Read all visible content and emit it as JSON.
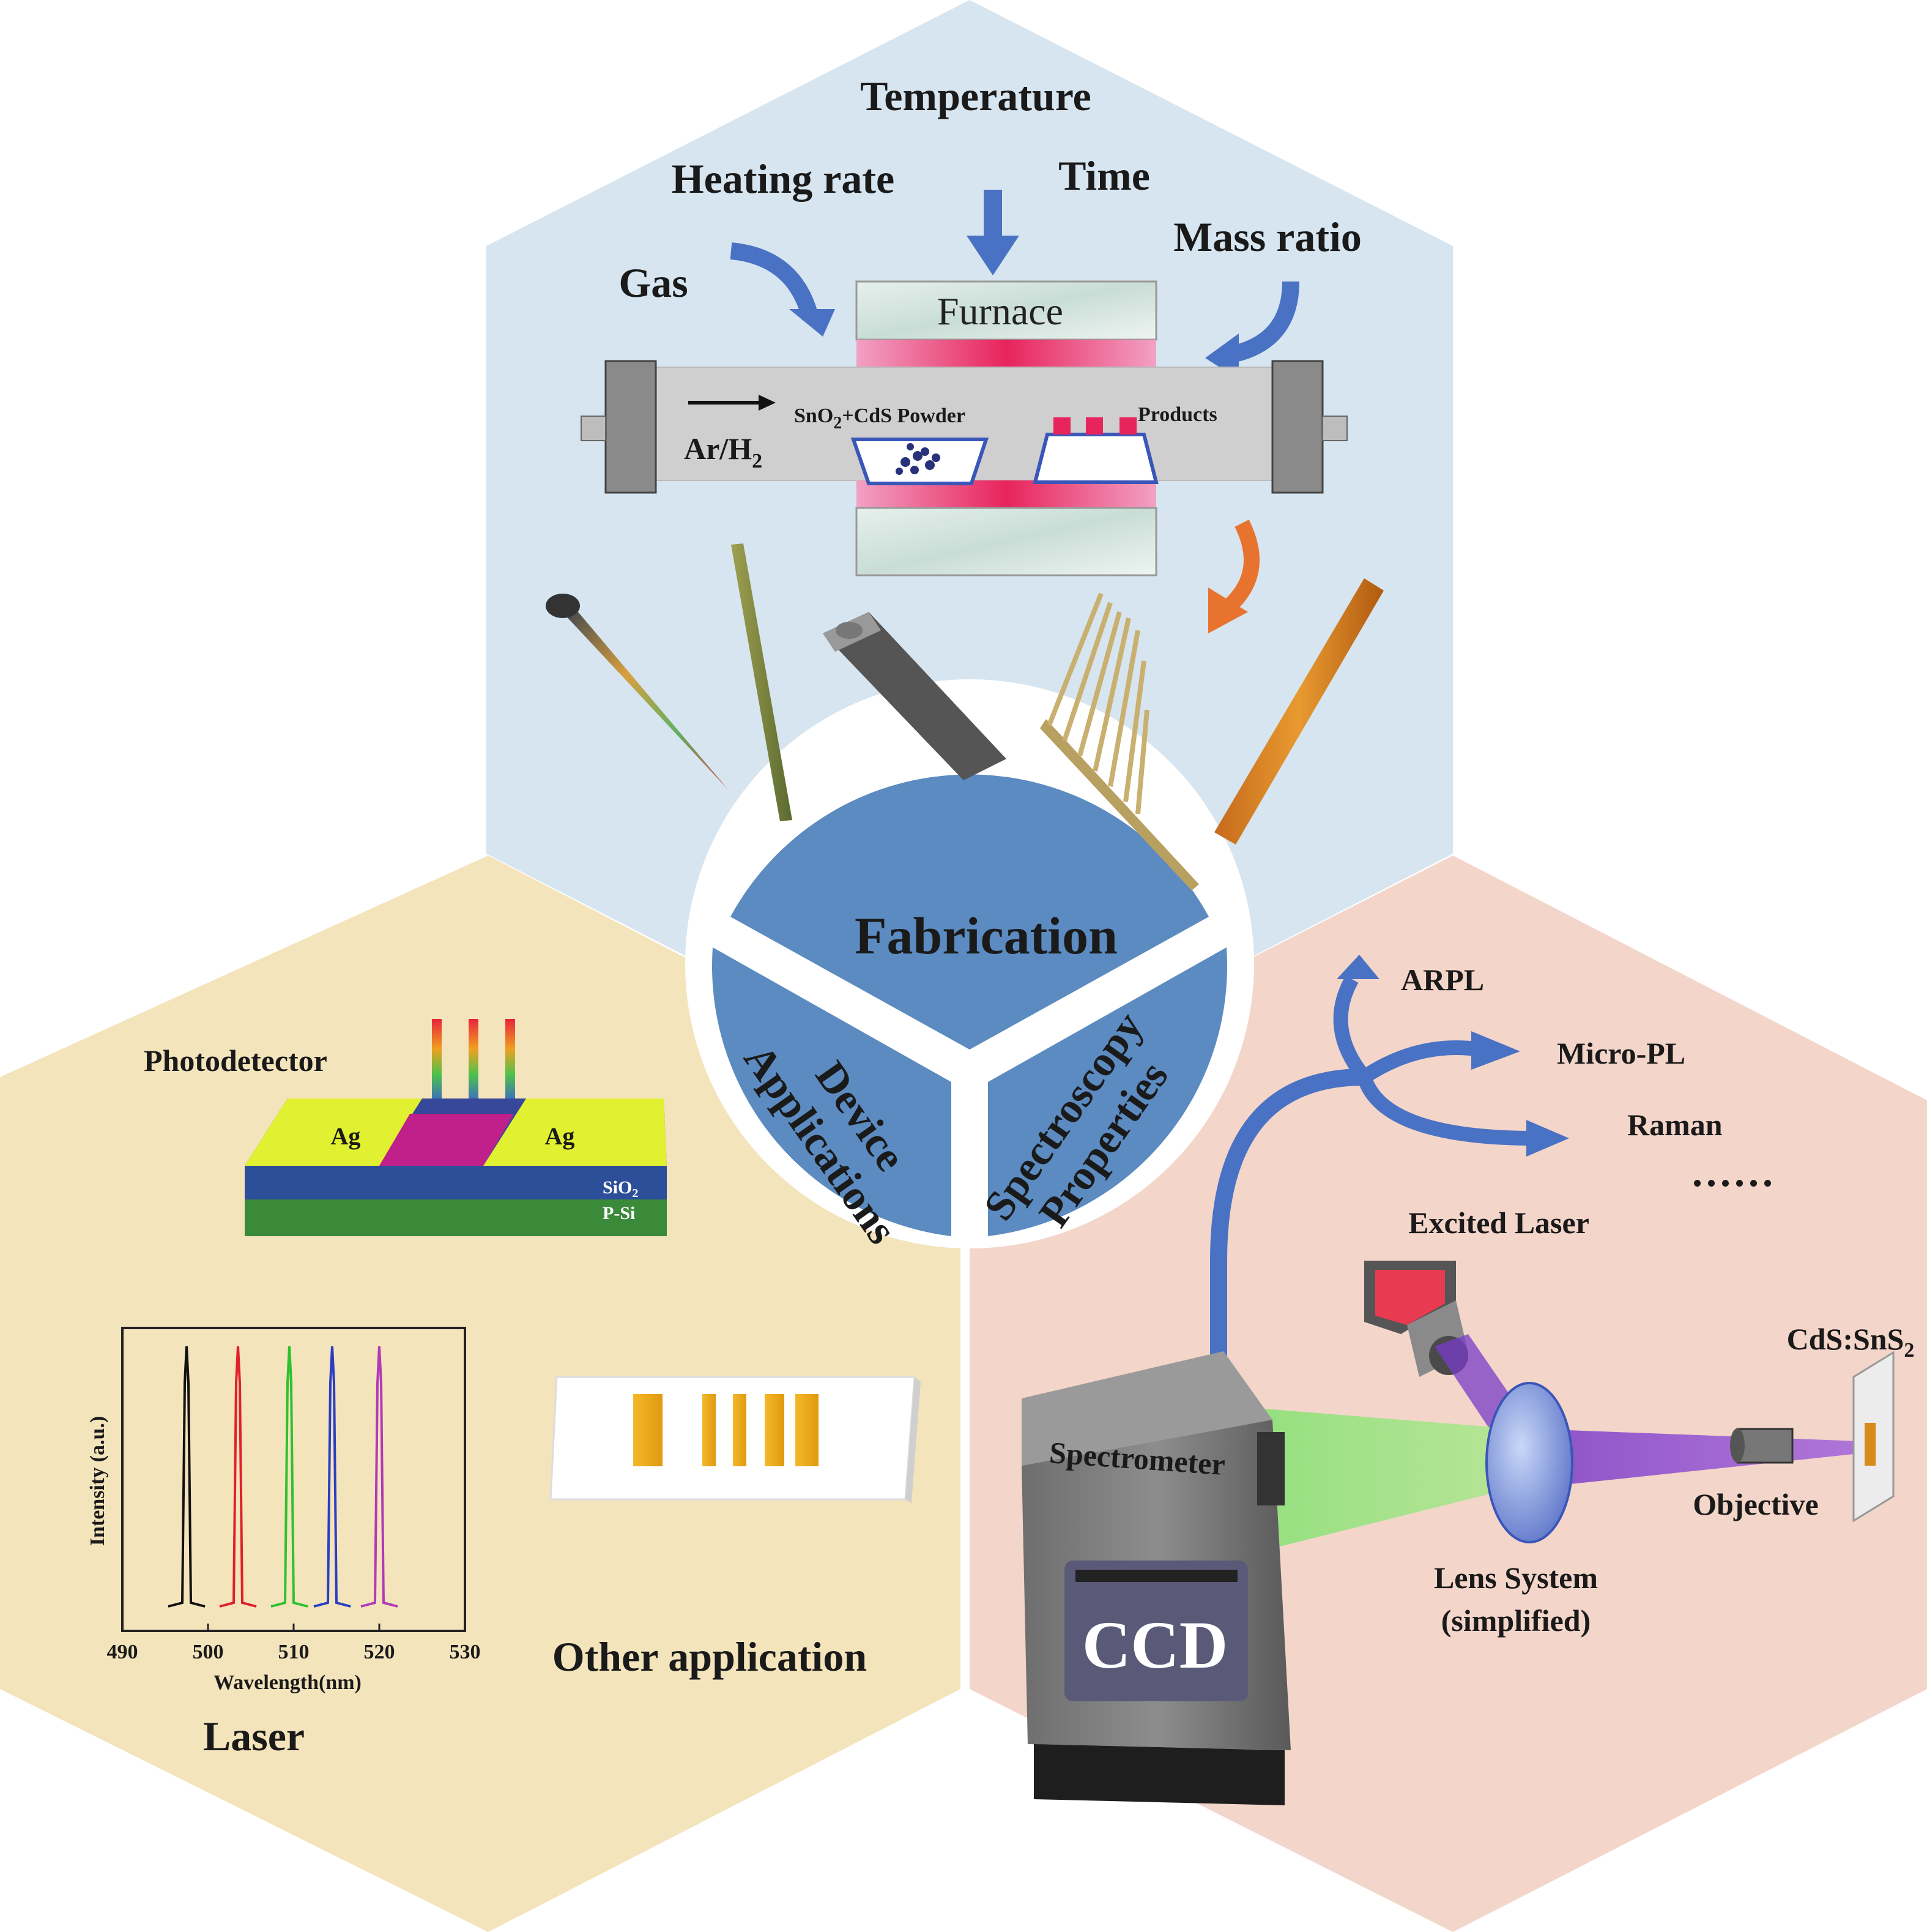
{
  "fabrication": {
    "params": {
      "temperature": "Temperature",
      "heating_rate": "Heating rate",
      "time": "Time",
      "gas": "Gas",
      "mass_ratio": "Mass ratio"
    },
    "furnace_label": "Furnace",
    "carrier_gas": "Ar/H",
    "carrier_gas_sub": "2",
    "source_main": "SnO",
    "source_sub": "2",
    "source_rest": "+CdS Powder",
    "products_label": "Products"
  },
  "center": {
    "fabrication": "Fabrication",
    "device_line1": "Device",
    "device_line2": "Applications",
    "spectroscopy_line1": "Spectroscopy",
    "spectroscopy_line2": "Properties"
  },
  "device": {
    "photodetector": "Photodetector",
    "ag_left": "Ag",
    "ag_right": "Ag",
    "sio2_main": "SiO",
    "sio2_sub": "2",
    "psi": "P-Si",
    "laser_label": "Laser",
    "other_application": "Other application"
  },
  "spectroscopy": {
    "arpl": "ARPL",
    "micro_pl": "Micro-PL",
    "raman": "Raman",
    "ellipsis": "......",
    "excited_laser": "Excited Laser",
    "sample_main": "CdS:SnS",
    "sample_sub": "2",
    "spectrometer": "Spectrometer",
    "ccd": "CCD",
    "objective": "Objective",
    "lens_line1": "Lens System",
    "lens_line2": "(simplified)"
  },
  "colors": {
    "fabrication_bg": "#d6e5ef",
    "device_bg": "#f4e4bc",
    "spectroscopy_bg": "#f3d5c9",
    "center_blue": "#5b8bc0",
    "arrow_blue": "#4a72c4",
    "arrow_orange": "#e8732e"
  },
  "chart_data": {
    "type": "line",
    "xlabel": "Wavelength(nm)",
    "ylabel": "Intensity  (a.u.)",
    "xlim": [
      490,
      530
    ],
    "x_ticks": [
      490,
      500,
      510,
      520,
      530
    ],
    "series": [
      {
        "color": "#111111",
        "peak": 497.5
      },
      {
        "color": "#e0202a",
        "peak": 503.5
      },
      {
        "color": "#2ec12e",
        "peak": 509.5
      },
      {
        "color": "#2a3fc2",
        "peak": 514.5
      },
      {
        "color": "#b13ab8",
        "peak": 520.0
      }
    ],
    "grid": false
  }
}
